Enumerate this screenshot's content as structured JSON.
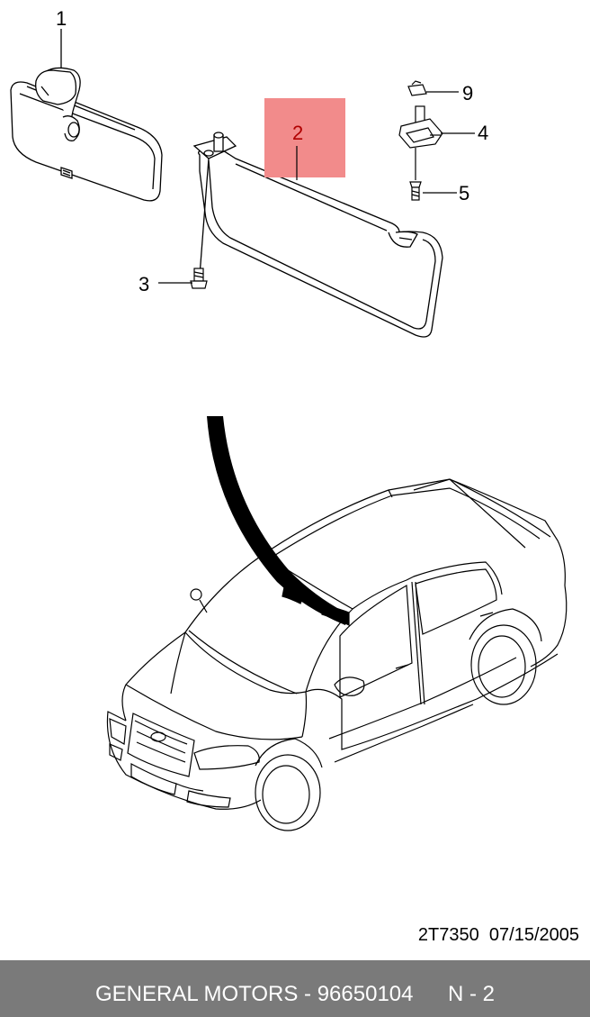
{
  "parts": {
    "callouts": {
      "p1": "1",
      "p2": "2",
      "p3": "3",
      "p4": "4",
      "p5": "5",
      "p9": "9"
    }
  },
  "doc": {
    "code": "2T7350",
    "date": "07/15/2005"
  },
  "footer": {
    "manufacturer": "GENERAL MOTORS - 96650104",
    "page": "N - 2",
    "bg_color": "#7a7a7a"
  },
  "highlight_color": "#f28b8b",
  "icons": [
    "rear-view-mirror-icon",
    "sun-visor-icon",
    "screw-icon",
    "visor-bracket-icon",
    "clip-icon",
    "sedan-car-icon"
  ]
}
